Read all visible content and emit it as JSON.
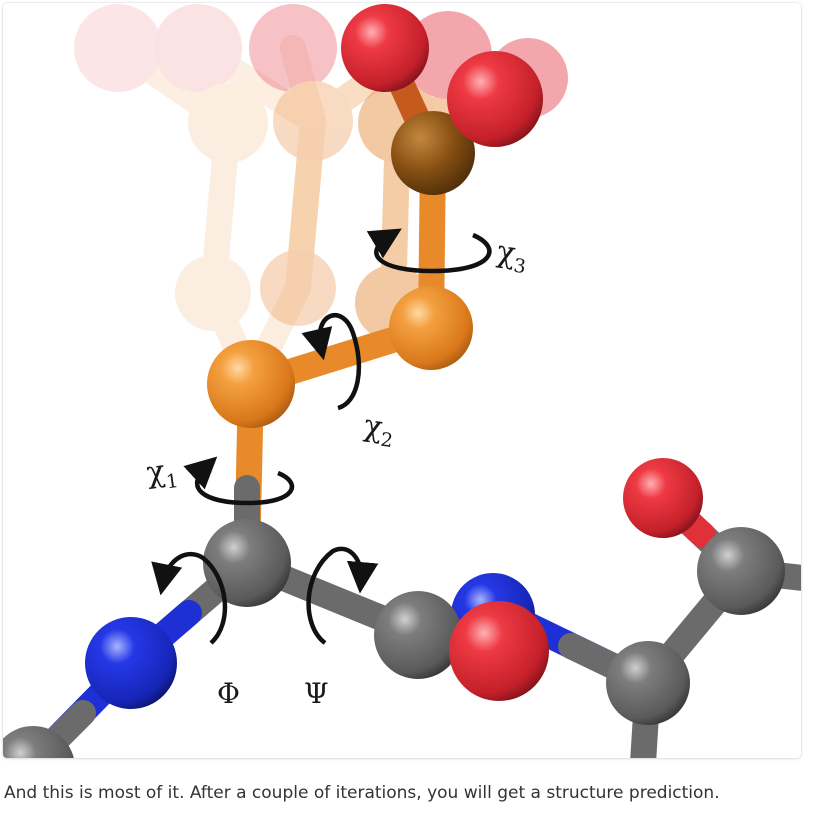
{
  "figure": {
    "labels": {
      "chi1": {
        "base": "χ",
        "sub": "1"
      },
      "chi2": {
        "base": "χ",
        "sub": "2"
      },
      "chi3": {
        "base": "χ",
        "sub": "3"
      },
      "phi": "Φ",
      "psi": "Ψ"
    },
    "colors": {
      "carbon_side_chain": "#e8892a",
      "carbon_side_chain_dark": "#9a5a1a",
      "carbon_backbone": "#6b6b6b",
      "nitrogen": "#1e2fd6",
      "oxygen": "#e0303a",
      "arrow": "#111111"
    },
    "atoms_icon_names": [
      "carbon-atom",
      "nitrogen-atom",
      "oxygen-atom"
    ]
  },
  "caption": "And this is most of it. After a couple of iterations, you will get a structure prediction."
}
